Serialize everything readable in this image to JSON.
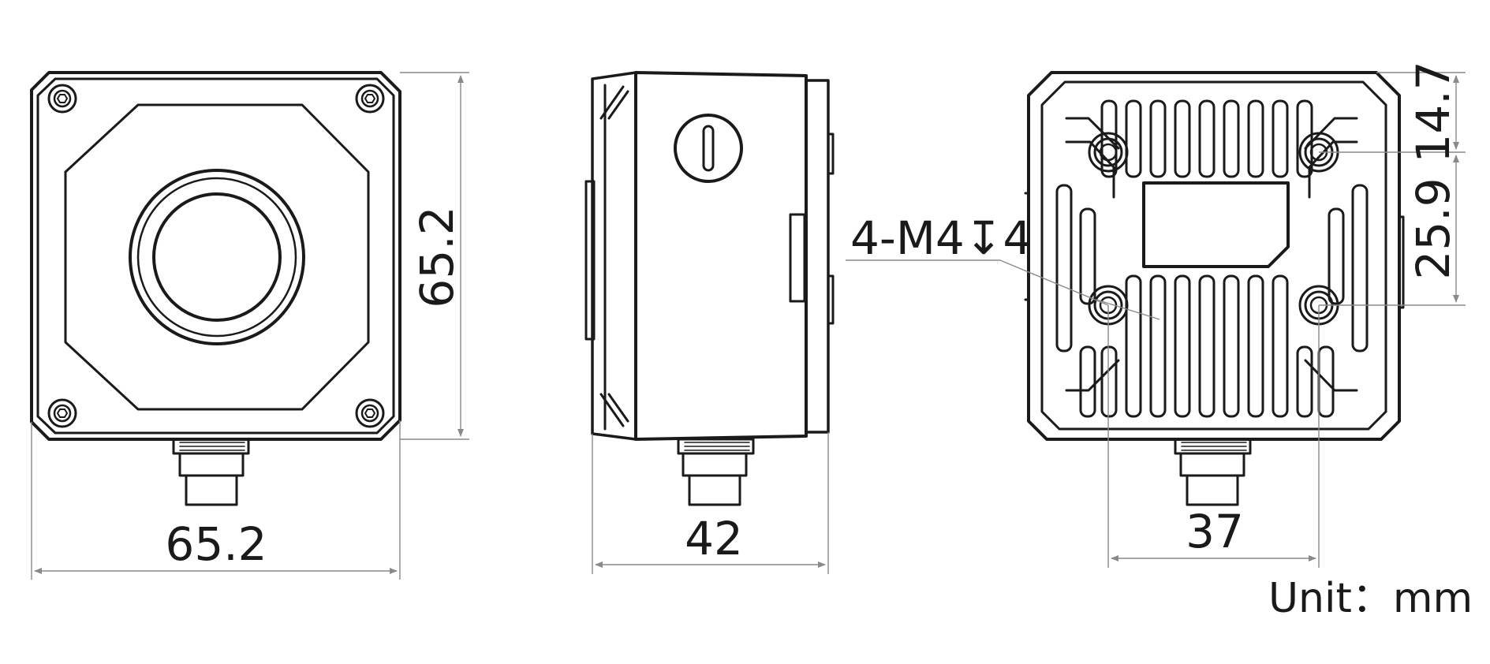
{
  "views": {
    "front": {
      "width": "65.2",
      "height": "65.2"
    },
    "side": {
      "depth": "42"
    },
    "back": {
      "hole_spacing": "37",
      "top_offset": "14.7",
      "hole_vertical_spacing": "25.9",
      "thread_callout": "4-M4↧4"
    }
  },
  "unit_label": "Unit：mm",
  "colors": {
    "ink": "#1a1a1a",
    "dimension": "#8a8a8a",
    "background": "#ffffff"
  }
}
